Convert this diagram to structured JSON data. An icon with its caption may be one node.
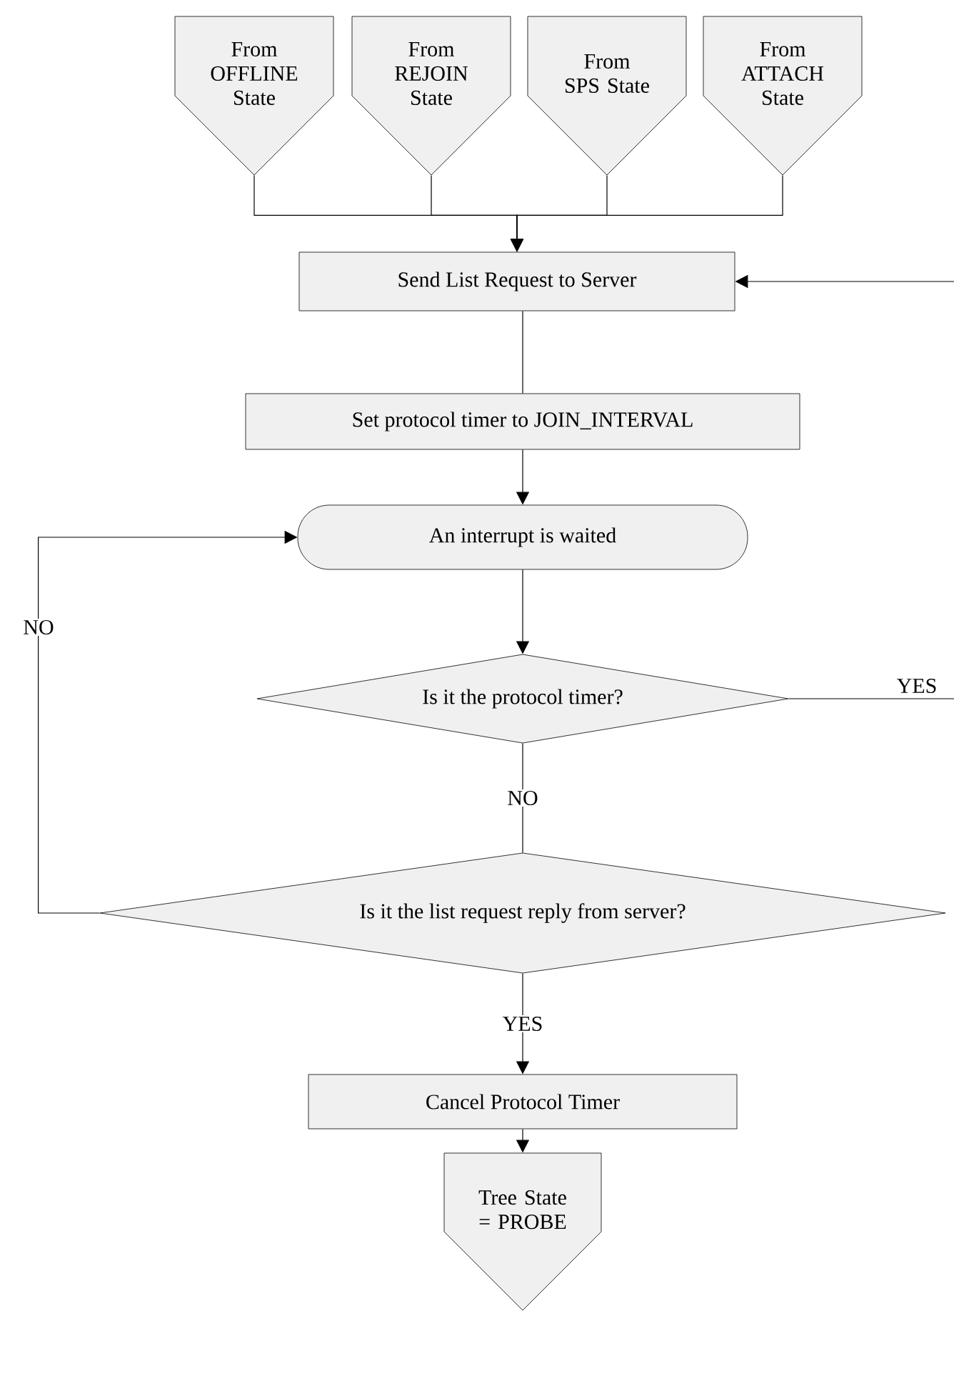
{
  "diagram": {
    "nodes": [
      {
        "text": [
          "From OFFLINE State"
        ]
      },
      {
        "text": [
          "From REJOIN State"
        ]
      },
      {
        "text": [
          "From SPS State"
        ]
      },
      {
        "text": [
          "From ATTACH State"
        ]
      },
      {
        "text": [
          "Send List Request to Server"
        ]
      },
      {
        "text": [
          "Set protocol timer to JOIN_INTERVAL"
        ]
      },
      {
        "text": [
          "An interrupt is waited"
        ]
      },
      {
        "text": [
          "Is it the protocol timer?"
        ]
      },
      {
        "text": [
          "Is it the list request reply from server?"
        ]
      },
      {
        "text": [
          "Cancel Protocol Timer"
        ]
      },
      {
        "text": [
          "Tree State = PROBE"
        ]
      }
    ],
    "edges": [
      {
        "from": 0,
        "to": 4,
        "arrow": "to"
      },
      {
        "from": 1,
        "to": 4,
        "arrow": "to"
      },
      {
        "from": 2,
        "to": 4,
        "arrow": "to"
      },
      {
        "from": 3,
        "to": 4,
        "arrow": "to"
      },
      {
        "from": null,
        "to": 4,
        "arrow": "to"
      },
      {
        "from": 4,
        "to": 5,
        "arrow": "none"
      },
      {
        "from": 5,
        "to": 6,
        "arrow": "to"
      },
      {
        "from": 6,
        "to": 7,
        "arrow": "to"
      },
      {
        "from": 7,
        "to": null,
        "arrow": "none",
        "label": "YES"
      },
      {
        "from": 7,
        "to": 8,
        "arrow": "none",
        "label": "NO"
      },
      {
        "from": 8,
        "to": 6,
        "arrow": "to",
        "label": "NO"
      },
      {
        "from": 8,
        "to": 9,
        "arrow": "to",
        "label": "YES"
      },
      {
        "from": 9,
        "to": 10,
        "arrow": "to"
      }
    ]
  }
}
